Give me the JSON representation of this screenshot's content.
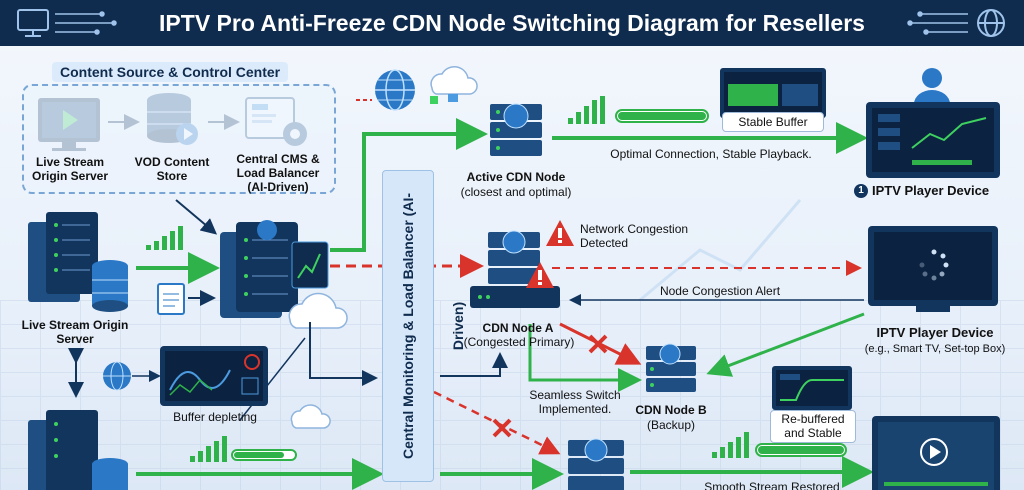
{
  "title": "IPTV Pro Anti-Freeze CDN Node Switching Diagram for Resellers",
  "source_box": {
    "title": "Content Source & Control Center",
    "live_stream_origin": "Live Stream Origin Server",
    "vod": "VOD Content Store",
    "cms": "Central CMS & Load Balancer (AI-Driven)"
  },
  "left": {
    "live_origin_2": "Live Stream Origin Server",
    "buffer_depleting": "Buffer depleting"
  },
  "center_column": "Central Monitoring & Load Balancer (AI-Driven)",
  "active_node": {
    "name": "Active CDN Node",
    "sub": "(closest and optimal)"
  },
  "stable_buffer": "Stable Buffer",
  "optimal_connection": "Optimal Connection, Stable Playback.",
  "player1": {
    "number": "1",
    "label": "IPTV Player Device"
  },
  "congestion": {
    "text": "Network Congestion Detected",
    "alert": "Node Congestion Alert"
  },
  "node_a": {
    "name": "CDN Node A",
    "sub": "(Congested Primary)"
  },
  "player2": {
    "label": "IPTV Player Device",
    "sub": "(e.g., Smart TV, Set-top Box)"
  },
  "seamless": "Seamless Switch Implemented.",
  "node_b": {
    "name": "CDN Node B",
    "sub": "(Backup)"
  },
  "rebuffered": "Re-buffered and Stable",
  "smooth": "Smooth Stream Restored",
  "colors": {
    "header": "#0f2b4d",
    "green": "#2fb24a",
    "red": "#d9342b",
    "navy": "#12355e"
  }
}
